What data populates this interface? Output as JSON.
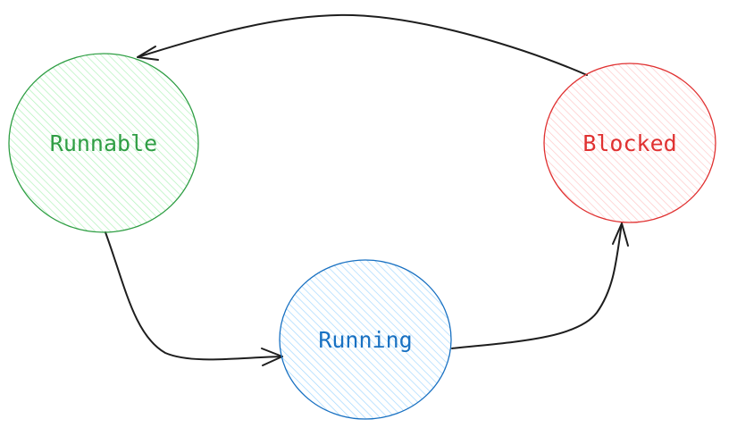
{
  "nodes": {
    "runnable": {
      "label": "Runnable",
      "stroke": "#2f9e44",
      "fill": "#b2f2bb"
    },
    "running": {
      "label": "Running",
      "stroke": "#1971c2",
      "fill": "#a5d8ff"
    },
    "blocked": {
      "label": "Blocked",
      "stroke": "#e03131",
      "fill": "#ffc9c9"
    }
  },
  "edges": [
    {
      "from": "Runnable",
      "to": "Running"
    },
    {
      "from": "Running",
      "to": "Blocked"
    },
    {
      "from": "Blocked",
      "to": "Runnable"
    }
  ],
  "edge_color": "#1e1e1e"
}
